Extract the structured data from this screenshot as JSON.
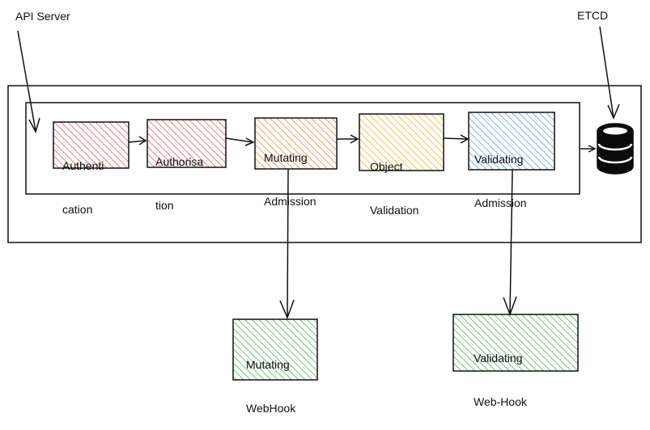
{
  "labels": {
    "api_server": "API Server",
    "etcd": "ETCD"
  },
  "nodes": {
    "authentication": {
      "line1": "Authenti",
      "line2": "cation",
      "color": "#f3a6ae"
    },
    "authorisation": {
      "line1": "Authorisa",
      "line2": "tion",
      "color": "#f3a6ae"
    },
    "mutating_admission": {
      "line1": "Mutating",
      "line2": "Admission",
      "color": "#f6b77a"
    },
    "object_validation": {
      "line1": "Object",
      "line2": "Validation",
      "color": "#f6cf77"
    },
    "validating_admission": {
      "line1": "Validating",
      "line2": "Admission",
      "color": "#9ec5ee"
    },
    "mutating_webhook": {
      "line1": "Mutating",
      "line2": "WebHook",
      "color": "#8fd493"
    },
    "validating_webhook": {
      "line1": "Validating",
      "line2": "Web-Hook",
      "color": "#8fd493"
    }
  },
  "icons": {
    "database": "database-icon"
  }
}
